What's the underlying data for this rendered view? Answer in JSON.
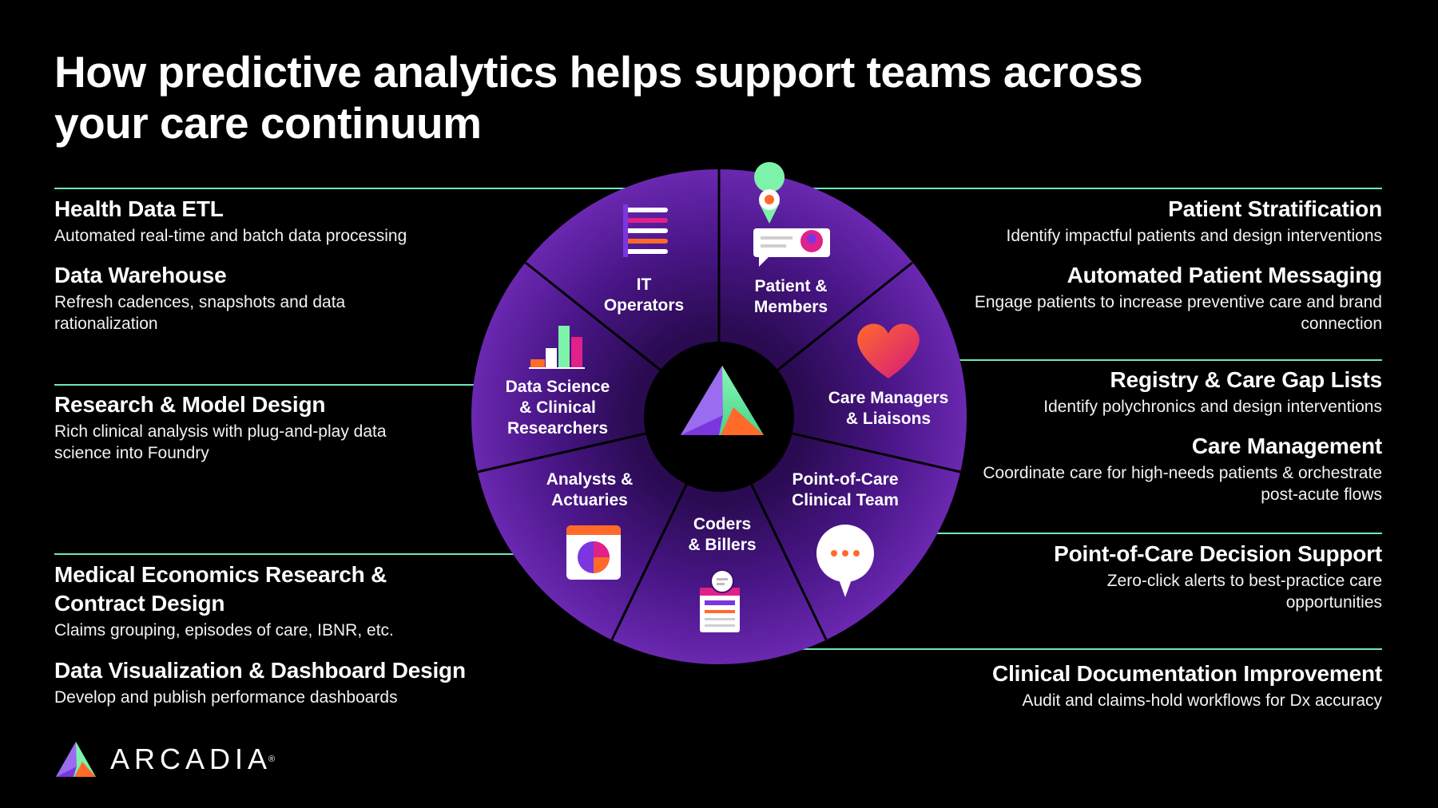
{
  "title_lines": [
    "How predictive analytics helps support teams across",
    "your care continuum"
  ],
  "left_items": [
    {
      "heading": "Health Data ETL",
      "desc": "Automated real-time and batch data processing"
    },
    {
      "heading": "Data Warehouse",
      "desc": "Refresh cadences, snapshots and data rationalization"
    },
    {
      "heading": "Research &  Model Design",
      "desc": "Rich clinical analysis with plug-and-play data science into Foundry"
    },
    {
      "heading": "Medical Economics Research & Contract Design",
      "desc": "Claims grouping, episodes of care, IBNR, etc."
    },
    {
      "heading": "Data Visualization & Dashboard Design",
      "desc": "Develop and publish performance dashboards"
    }
  ],
  "right_items": [
    {
      "heading": "Patient Stratification",
      "desc": "Identify impactful patients and design interventions"
    },
    {
      "heading": "Automated Patient Messaging",
      "desc": "Engage patients to increase preventive care and brand connection"
    },
    {
      "heading": "Registry & Care Gap Lists",
      "desc": "Identify polychronics and design interventions"
    },
    {
      "heading": "Care Management",
      "desc": "Coordinate care for high-needs patients & orchestrate post-acute flows"
    },
    {
      "heading": "Point-of-Care Decision Support",
      "desc": "Zero-click alerts to best-practice care opportunities"
    },
    {
      "heading": "Clinical Documentation Improvement",
      "desc": "Audit and claims-hold workflows for Dx accuracy"
    }
  ],
  "wheel": {
    "segments": [
      {
        "label_lines": [
          "IT",
          "Operators"
        ],
        "icon": "list-bars-icon"
      },
      {
        "label_lines": [
          "Patient &",
          "Members"
        ],
        "icon": "patient-message-icon"
      },
      {
        "label_lines": [
          "Care Managers",
          "& Liaisons"
        ],
        "icon": "heart-icon"
      },
      {
        "label_lines": [
          "Point-of-Care",
          "Clinical Team"
        ],
        "icon": "chat-bubble-icon"
      },
      {
        "label_lines": [
          "Coders",
          "& Billers"
        ],
        "icon": "clipboard-form-icon"
      },
      {
        "label_lines": [
          "Analysts &",
          "Actuaries"
        ],
        "icon": "pie-window-icon"
      },
      {
        "label_lines": [
          "Data Science",
          "& Clinical",
          "Researchers"
        ],
        "icon": "bar-chart-icon"
      }
    ]
  },
  "logo": {
    "wordmark": "ARCADIA",
    "registered": "®"
  },
  "colors": {
    "background": "#000000",
    "wheel_outer": "#5b1f9e",
    "wheel_inner": "#3a0f6e",
    "connector": "#6ee7b7",
    "accent_orange": "#ff6a2b",
    "accent_magenta": "#e0218a",
    "accent_green": "#7cf3a8"
  }
}
